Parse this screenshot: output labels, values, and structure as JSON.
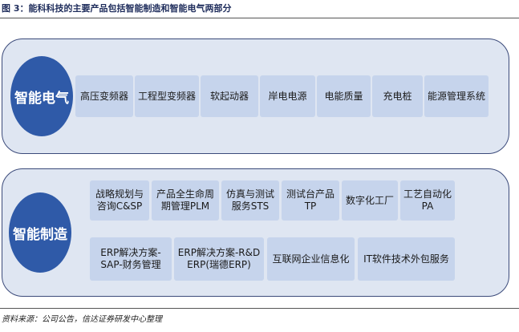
{
  "figure": {
    "title": "图 3：能科科技的主要产品包括智能制造和智能电气两部分",
    "source": "资料来源：公司公告，信达证券研发中心整理"
  },
  "groups": [
    {
      "name": "智能电气",
      "items": [
        "高压变频器",
        "工程型变频器",
        "软起动器",
        "岸电电源",
        "电能质量",
        "充电桩",
        "能源管理系统"
      ]
    },
    {
      "name": "智能制造",
      "items": [
        "战略规划与\n咨询C&SP",
        "产品全生命周\n期管理PLM",
        "仿真与测试\n服务STS",
        "测试台产品\nTP",
        "数字化工厂",
        "工艺自动化\nPA",
        "ERP解决方案-\nSAP-财务管理",
        "ERP解决方案-R&D\nERP(瑞德ERP)",
        "互联网企业信息化",
        "IT软件技术外包服务"
      ]
    }
  ]
}
